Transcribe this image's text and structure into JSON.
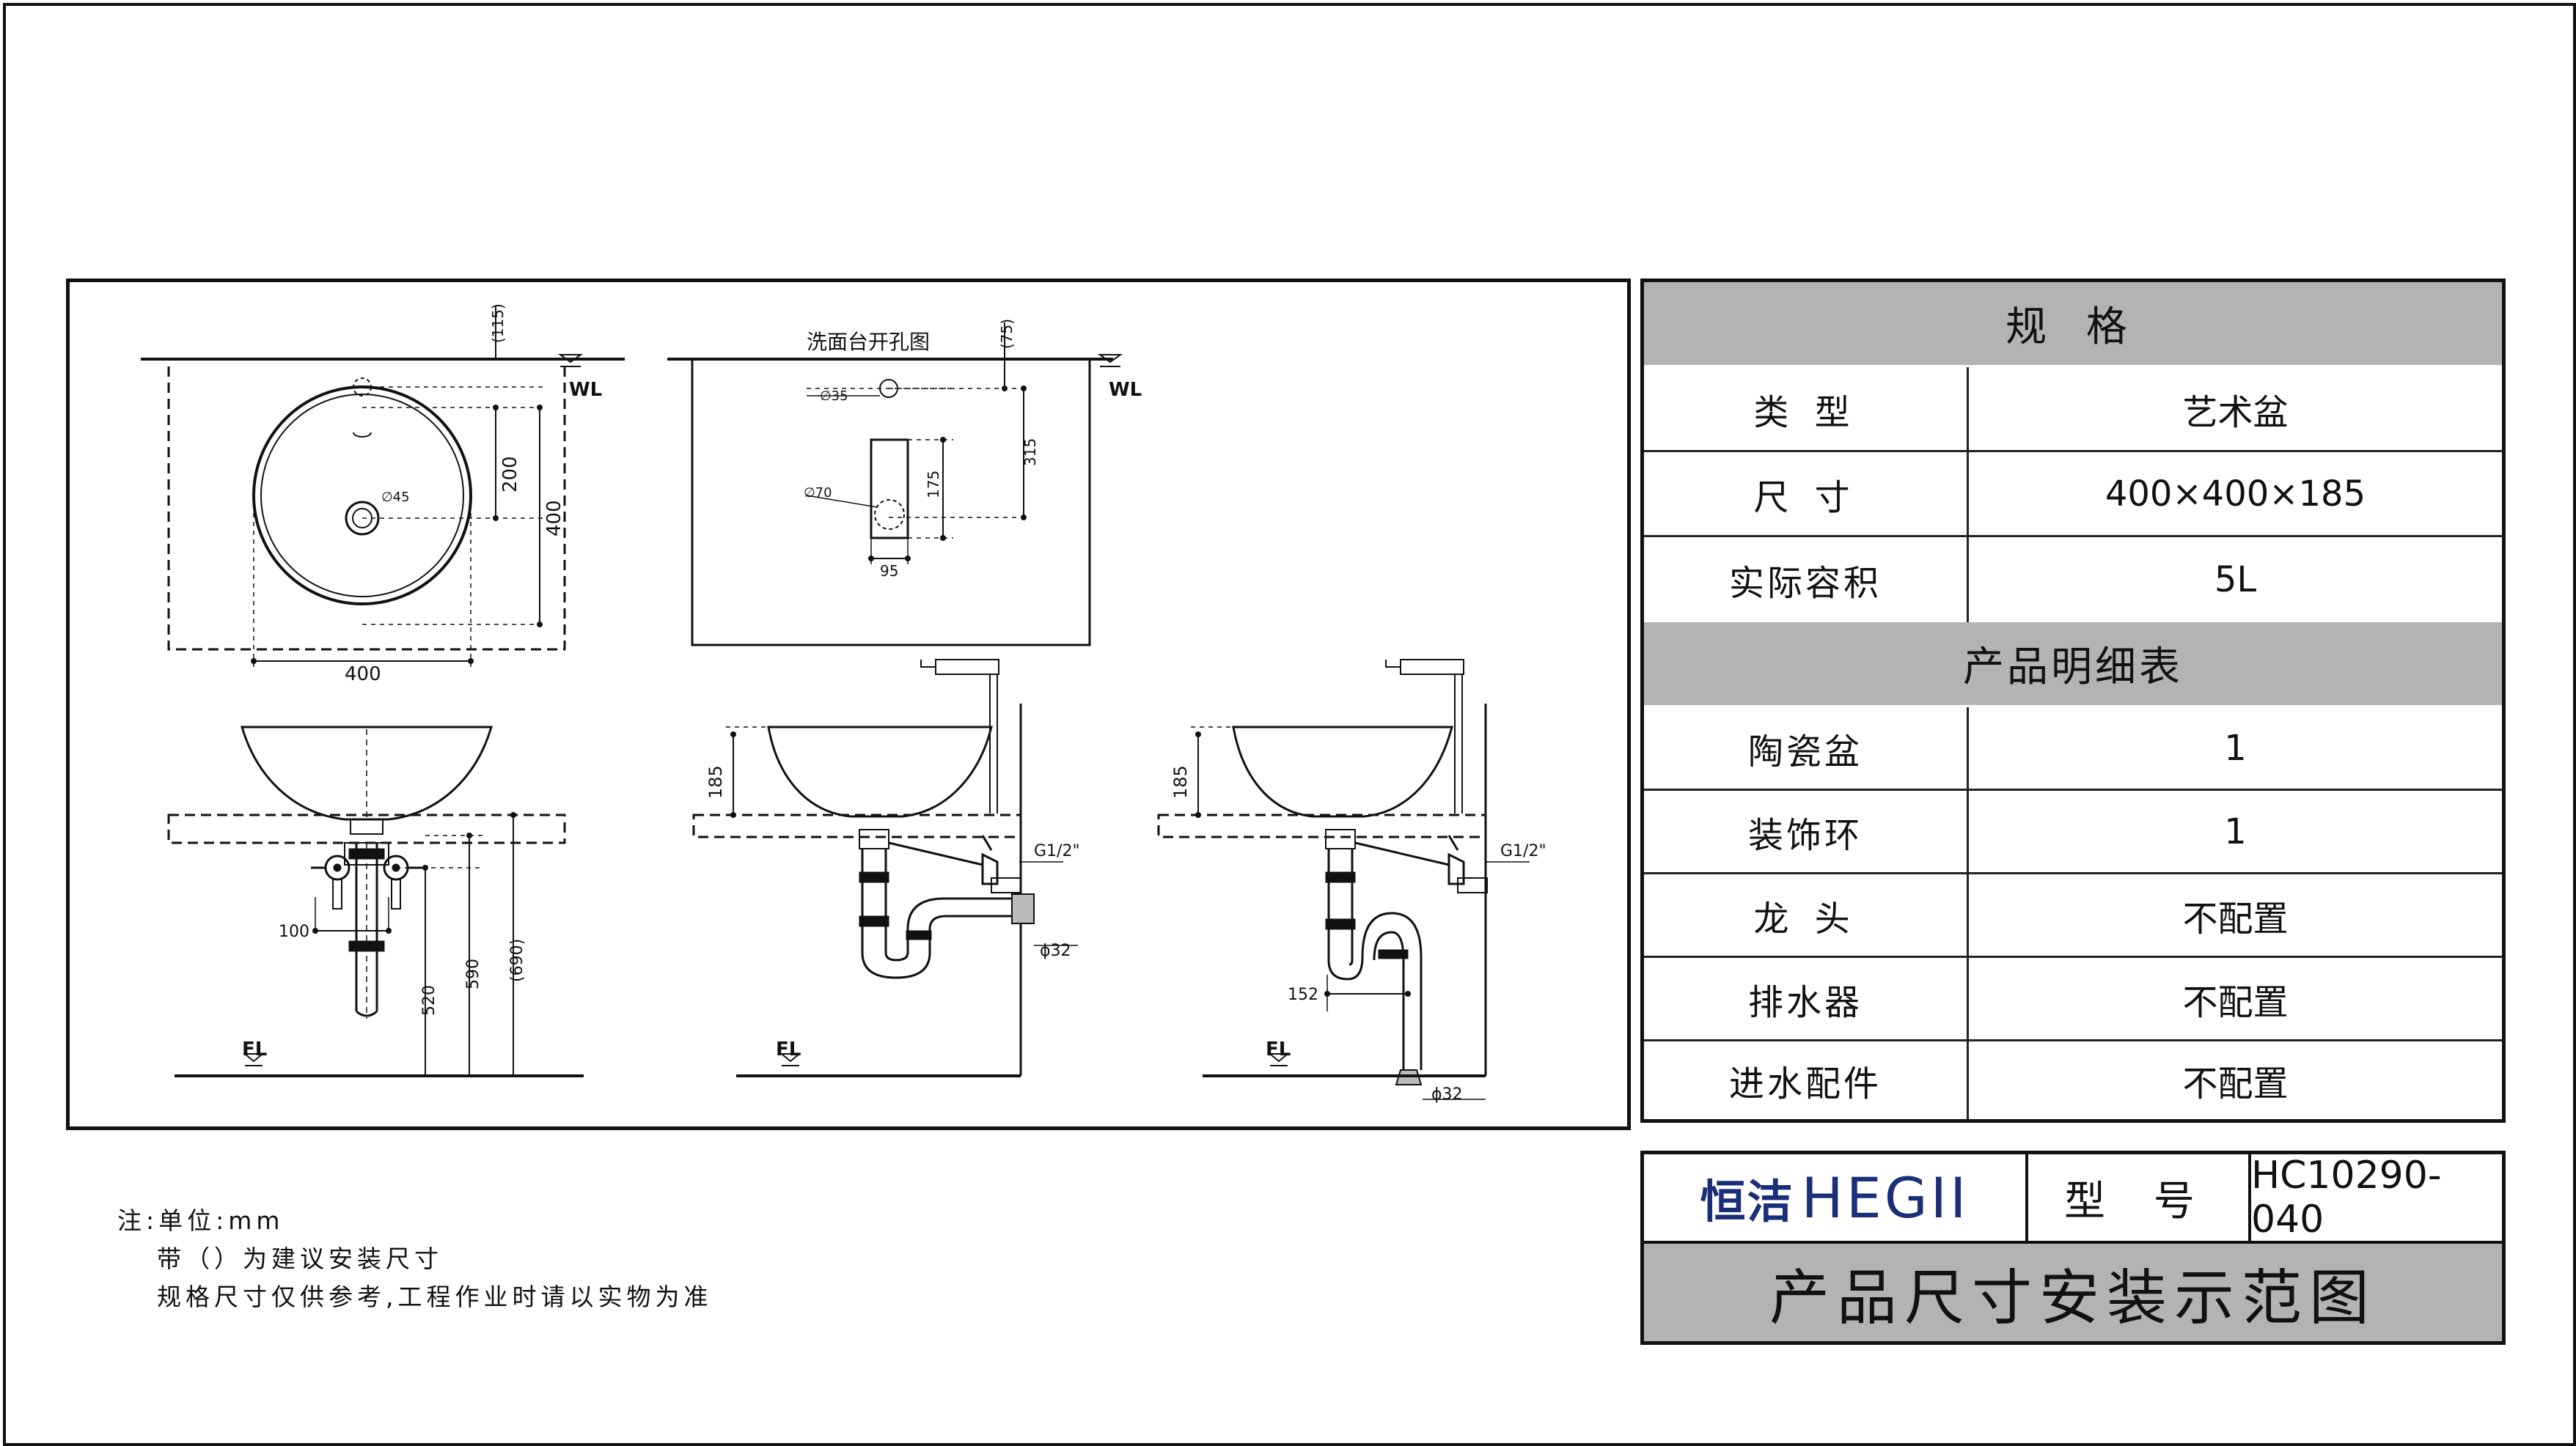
{
  "drawing": {
    "hole_title": "洗面台开孔图",
    "wl": "WL",
    "fl": "FL",
    "dims": {
      "top_115": "(115)",
      "top_75": "(75)",
      "d200": "200",
      "d400v": "400",
      "d400h": "400",
      "d45": "∅45",
      "d35": "∅35",
      "d70": "∅70",
      "d175": "175",
      "d315": "315",
      "d95": "95",
      "d185a": "185",
      "d185b": "185",
      "g12a": "G1/2\"",
      "g12b": "G1/2\"",
      "phi32a": "ϕ32",
      "phi32b": "ϕ32",
      "d100": "100",
      "d520": "520",
      "d590": "590",
      "d690": "(690)",
      "d152": "152"
    }
  },
  "spec": {
    "header": "规 格",
    "rows": [
      {
        "label": "类 型",
        "value": "艺术盆"
      },
      {
        "label": "尺 寸",
        "value": "400×400×185"
      },
      {
        "label": "实际容积",
        "value": "5L"
      }
    ],
    "detail_header": "产品明细表",
    "details": [
      {
        "label": "陶瓷盆",
        "value": "1"
      },
      {
        "label": "装饰环",
        "value": "1"
      },
      {
        "label": "龙 头",
        "value": "不配置"
      },
      {
        "label": "排水器",
        "value": "不配置"
      },
      {
        "label": "进水配件",
        "value": "不配置"
      }
    ]
  },
  "title_block": {
    "brand_cn": "恒洁",
    "brand_en": "HEGII",
    "model_label": "型 号",
    "model": "HC10290-040",
    "title": "产品尺寸安装示范图"
  },
  "notes": {
    "line1": "注:单位:mm",
    "line2": "带（）为建议安装尺寸",
    "line3": "规格尺寸仅供参考,工程作业时请以实物为准"
  }
}
